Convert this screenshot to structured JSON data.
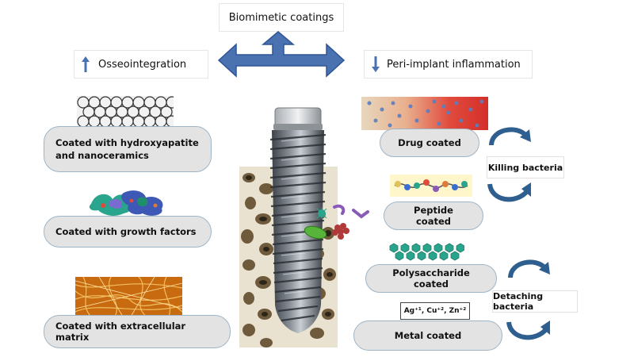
{
  "header": {
    "title": "Biomimetic coatings",
    "left_label": "Osseointegration",
    "right_label": "Peri-implant inflammation"
  },
  "left": {
    "items": [
      {
        "label": "Coated with hydroxyapatite and nanoceramics"
      },
      {
        "label": "Coated with growth factors"
      },
      {
        "label": "Coated with extracellular matrix"
      }
    ]
  },
  "right": {
    "items": [
      {
        "label": "Drug coated"
      },
      {
        "label": "Peptide coated"
      },
      {
        "label": "Polysaccharide coated"
      },
      {
        "label": "Metal coated"
      }
    ],
    "killing_label": "Killing bacteria",
    "detaching_label": "Detaching bacteria",
    "ions_label": "Ag⁺¹, Cu⁺², Zn⁺²"
  },
  "colors": {
    "arrow_blue": "#4a72b0",
    "pill_fill": "#e3e3e3",
    "pill_border": "#9fb5c6",
    "cycle_arrow": "#2f5f8f"
  },
  "icons": {
    "up": "up-arrow-icon",
    "down": "down-arrow-icon"
  }
}
